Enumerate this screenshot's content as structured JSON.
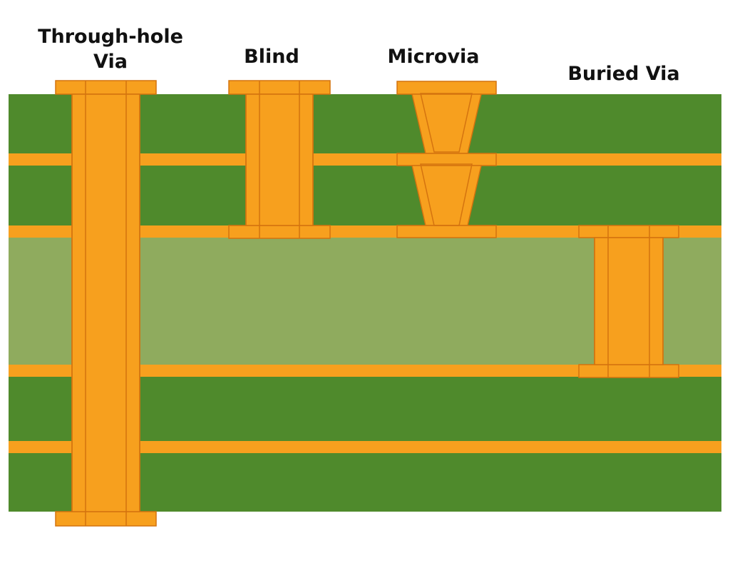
{
  "labels": {
    "through_hole_line1": "Through-hole",
    "through_hole_line2": "Via",
    "blind": "Blind",
    "microvia": "Microvia",
    "buried": "Buried Via"
  },
  "colors": {
    "background": "#ffffff",
    "prepreg": "#4f8a2c",
    "core": "#8fab5e",
    "copper": "#f7a01e",
    "copper_outline": "#d4730f"
  }
}
